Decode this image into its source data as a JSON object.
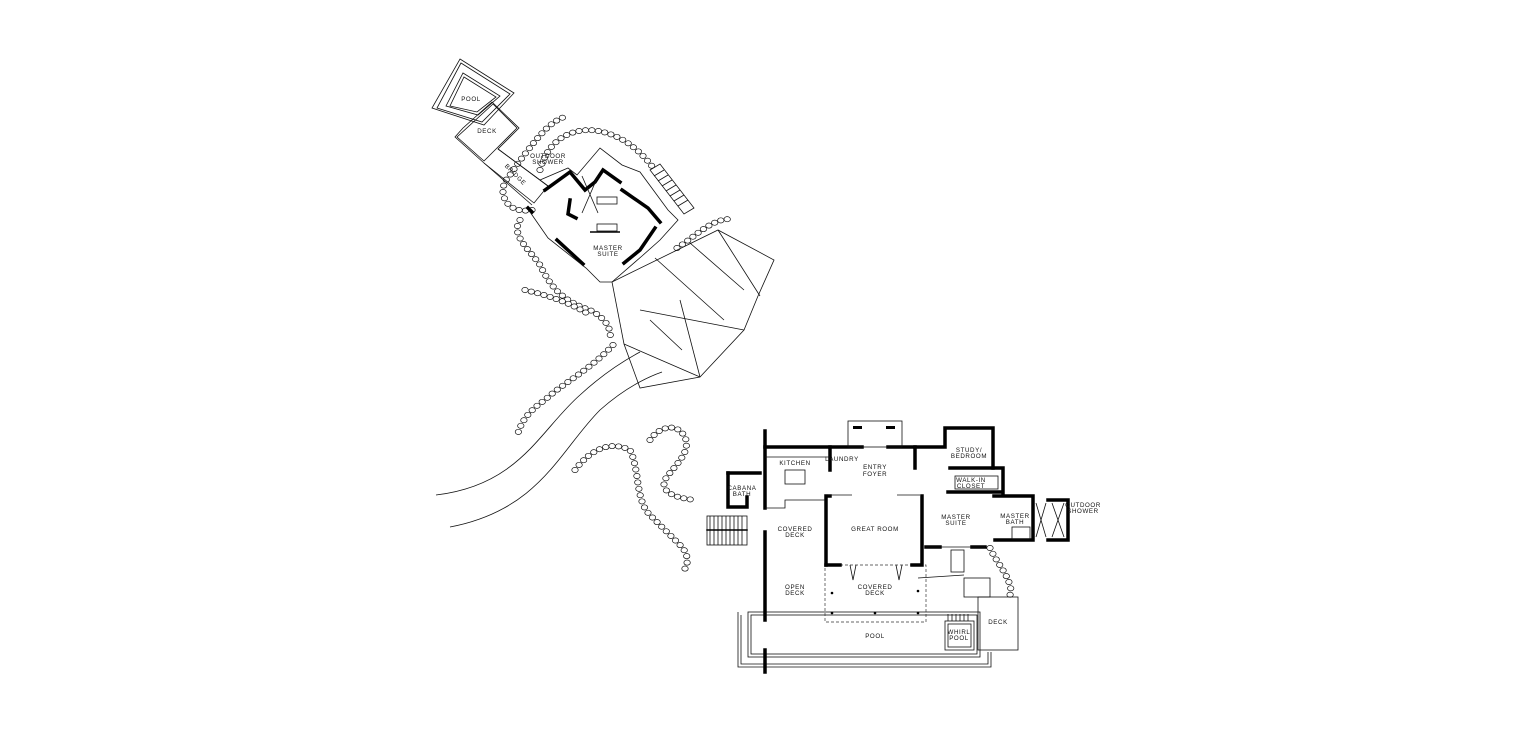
{
  "pavilion": {
    "pool": "POOL",
    "deck": "DECK",
    "bridge": "BRIDGE",
    "outdoor_shower": [
      "OUTDOOR",
      "SHOWER"
    ],
    "master_suite": [
      "MASTER",
      "SUITE"
    ]
  },
  "main_house": {
    "kitchen": "KITCHEN",
    "laundry": "LAUNDRY",
    "entry_foyer": [
      "ENTRY",
      "FOYER"
    ],
    "study_bedroom": [
      "STUDY/",
      "BEDROOM"
    ],
    "walk_in_closet": [
      "WALK-IN",
      "CLOSET"
    ],
    "cabana_bath": [
      "CABANA",
      "BATH"
    ],
    "master_suite": [
      "MASTER",
      "SUITE"
    ],
    "master_bath": [
      "MASTER",
      "BATH"
    ],
    "outdoor_shower": [
      "OUTDOOR",
      "SHOWER"
    ],
    "covered_deck_1": [
      "COVERED",
      "DECK"
    ],
    "great_room": "GREAT ROOM",
    "open_deck": [
      "OPEN",
      "DECK"
    ],
    "covered_deck_2": [
      "COVERED",
      "DECK"
    ],
    "pool": "POOL",
    "whirlpool": [
      "WHIRL",
      "POOL"
    ],
    "deck": "DECK"
  }
}
